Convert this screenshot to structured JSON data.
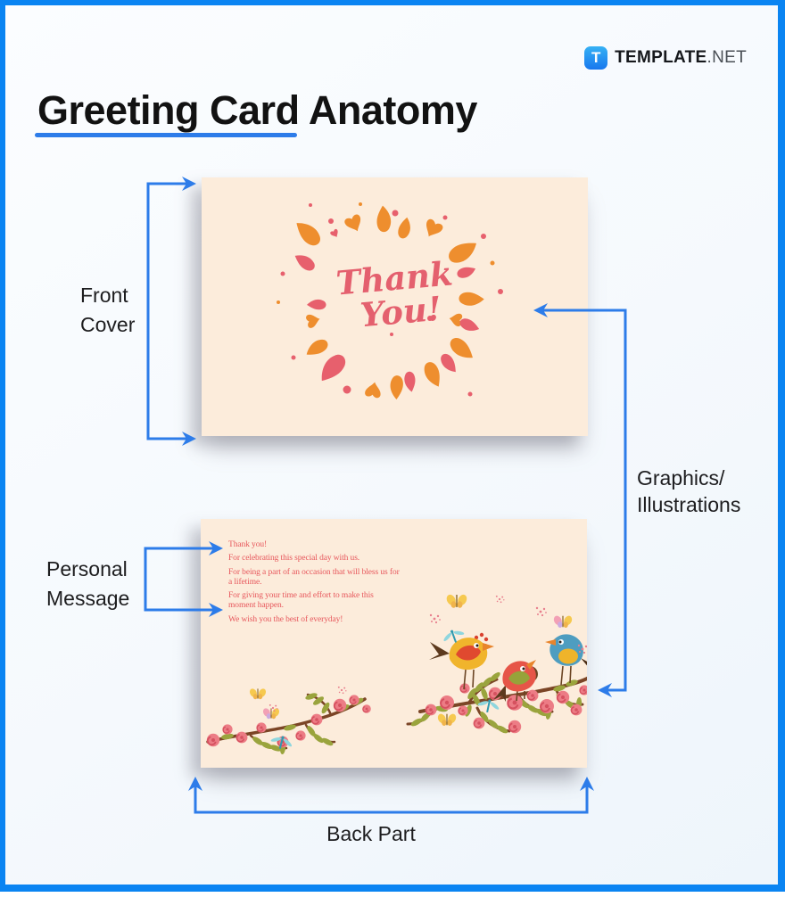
{
  "brand": {
    "logo_letter": "T",
    "name": "TEMPLATE",
    "tld": ".NET"
  },
  "header": {
    "title": "Greeting Card Anatomy"
  },
  "annotations": {
    "front_cover": {
      "line1": "Front",
      "line2": "Cover"
    },
    "graphics": {
      "line1": "Graphics/",
      "line2": "Illustrations"
    },
    "personal_message": {
      "line1": "Personal",
      "line2": "Message"
    },
    "back_part": "Back Part"
  },
  "front_card": {
    "greeting_line1": "Thank",
    "greeting_line2": "You!"
  },
  "back_card": {
    "message_paragraphs": [
      "Thank you!",
      "For celebrating this special day with us.",
      "For being a part of an occasion that will bless us for a lifetime.",
      "For giving your time and effort to make this moment happen.",
      "We wish you the best of everyday!"
    ]
  },
  "colors": {
    "frame_blue": "#0a84f2",
    "accent_blue": "#2d7ce9",
    "card_bg": "#fcecdb",
    "message_red": "#e7575c",
    "wreath_orange": "#ee8e2e",
    "wreath_pink": "#e7606d",
    "script_pink": "#e4606e"
  }
}
